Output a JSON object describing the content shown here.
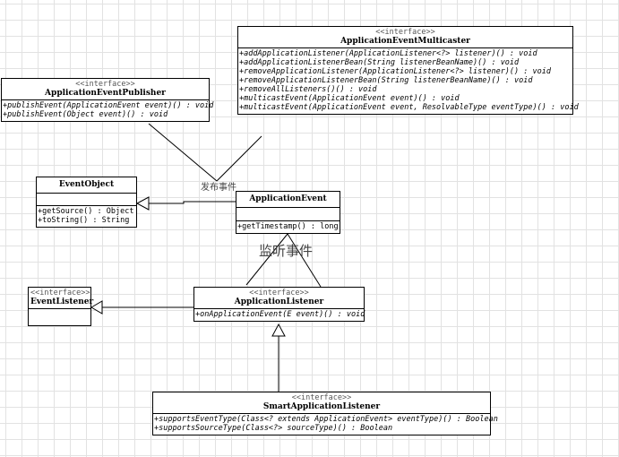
{
  "stereotype": "<<interface>>",
  "classes": {
    "multicaster": {
      "stereotype": "<<interface>>",
      "name": "ApplicationEventMulticaster",
      "operations": [
        "+addApplicationListener(ApplicationListener<?> listener)() : void",
        "+addApplicationListenerBean(String listenerBeanName)() : void",
        "+removeApplicationListener(ApplicationListener<?> listener)() : void",
        "+removeApplicationListenerBean(String listenerBeanName)() : void",
        "+removeAllListeners()() : void",
        "+multicastEvent(ApplicationEvent event)() : void",
        "+multicastEvent(ApplicationEvent event, ResolvableType eventType)() : void"
      ]
    },
    "publisher": {
      "stereotype": "<<interface>>",
      "name": "ApplicationEventPublisher",
      "operations": [
        "+publishEvent(ApplicationEvent event)() : void",
        "+publishEvent(Object event)() : void"
      ]
    },
    "event_object": {
      "name": "EventObject",
      "operations": [
        "+getSource() : Object",
        "+toString() : String"
      ]
    },
    "application_event": {
      "name": "ApplicationEvent",
      "operations": [
        "+getTimestamp() : long"
      ]
    },
    "event_listener": {
      "stereotype": "<<interface>>",
      "name": "EventListener",
      "operations": []
    },
    "application_listener": {
      "stereotype": "<<interface>>",
      "name": "ApplicationListener",
      "operations": [
        "+onApplicationEvent(E event)() : void"
      ]
    },
    "smart_listener": {
      "stereotype": "<<interface>>",
      "name": "SmartApplicationListener",
      "operations": [
        "+supportsEventType(Class<? extends ApplicationEvent> eventType)() : Boolean",
        "+supportsSourceType(Class<?> sourceType)() : Boolean"
      ]
    }
  },
  "labels": {
    "publish_event": "发布事件",
    "listen_event": "监听事件"
  }
}
